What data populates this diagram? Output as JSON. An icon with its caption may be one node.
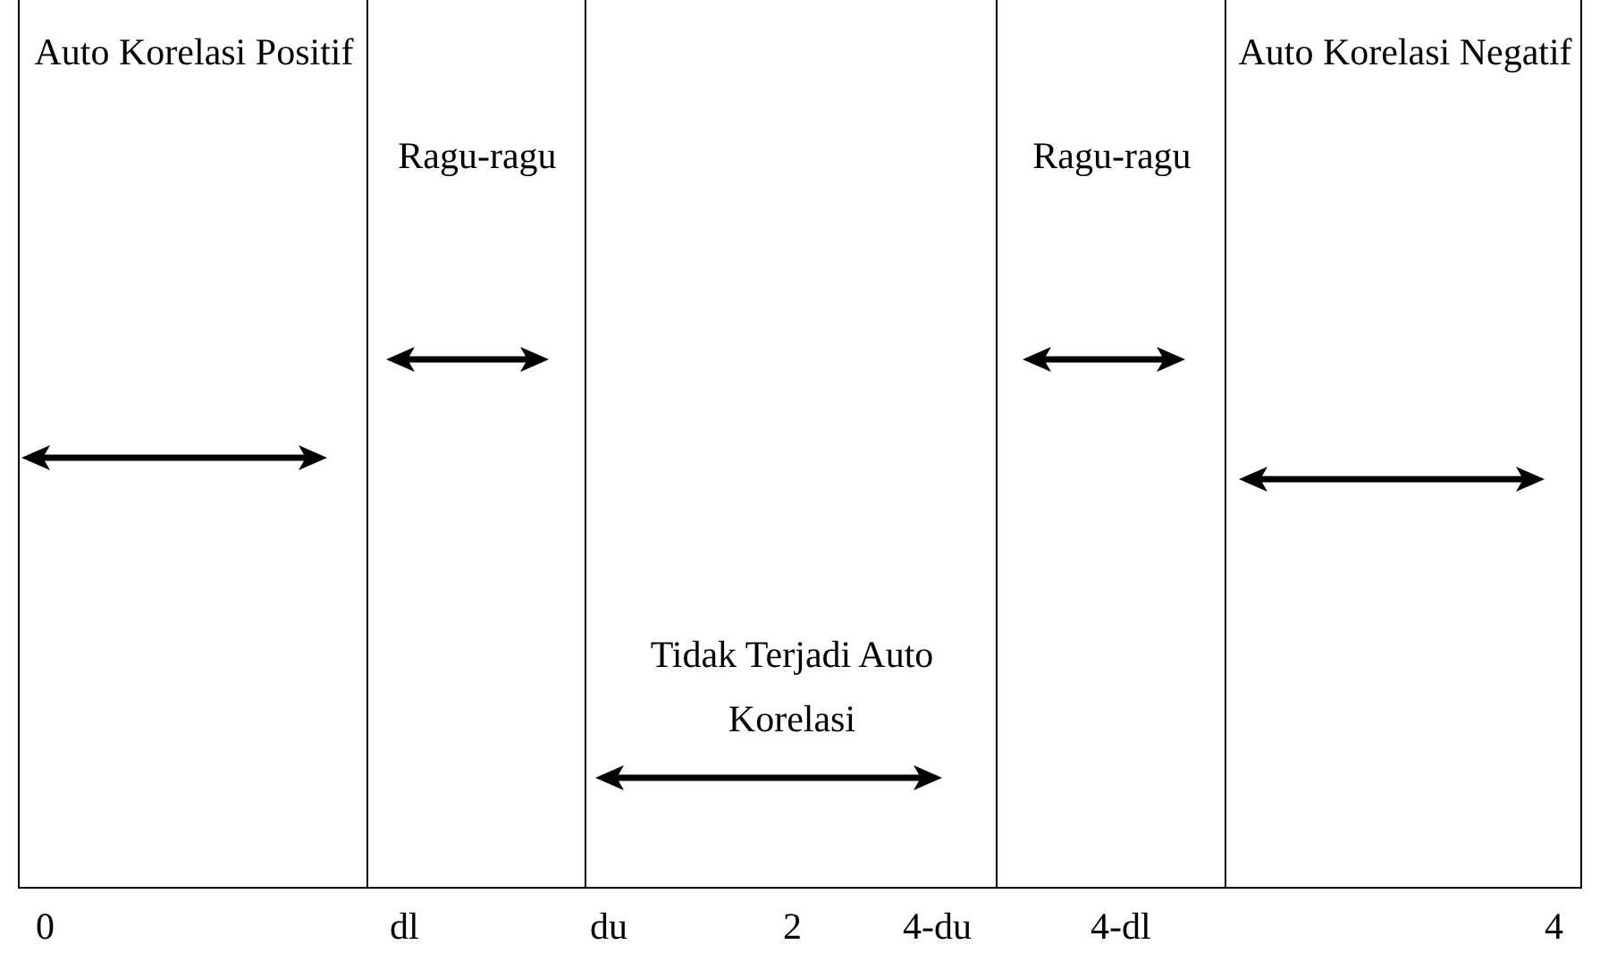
{
  "diagram": {
    "nodes": [
      {
        "text": [
          "Auto Korelasi Positif"
        ]
      },
      {
        "text": [
          "Ragu-ragu"
        ]
      },
      {
        "text": [
          "Tidak Terjadi Auto Korelasi"
        ]
      },
      {
        "text": [
          "Ragu-ragu"
        ]
      },
      {
        "text": [
          "Auto Korelasi Negatif"
        ]
      }
    ],
    "labels": [
      "0",
      "dl",
      "du",
      "2",
      "4-du",
      "4-dl",
      "4"
    ]
  }
}
